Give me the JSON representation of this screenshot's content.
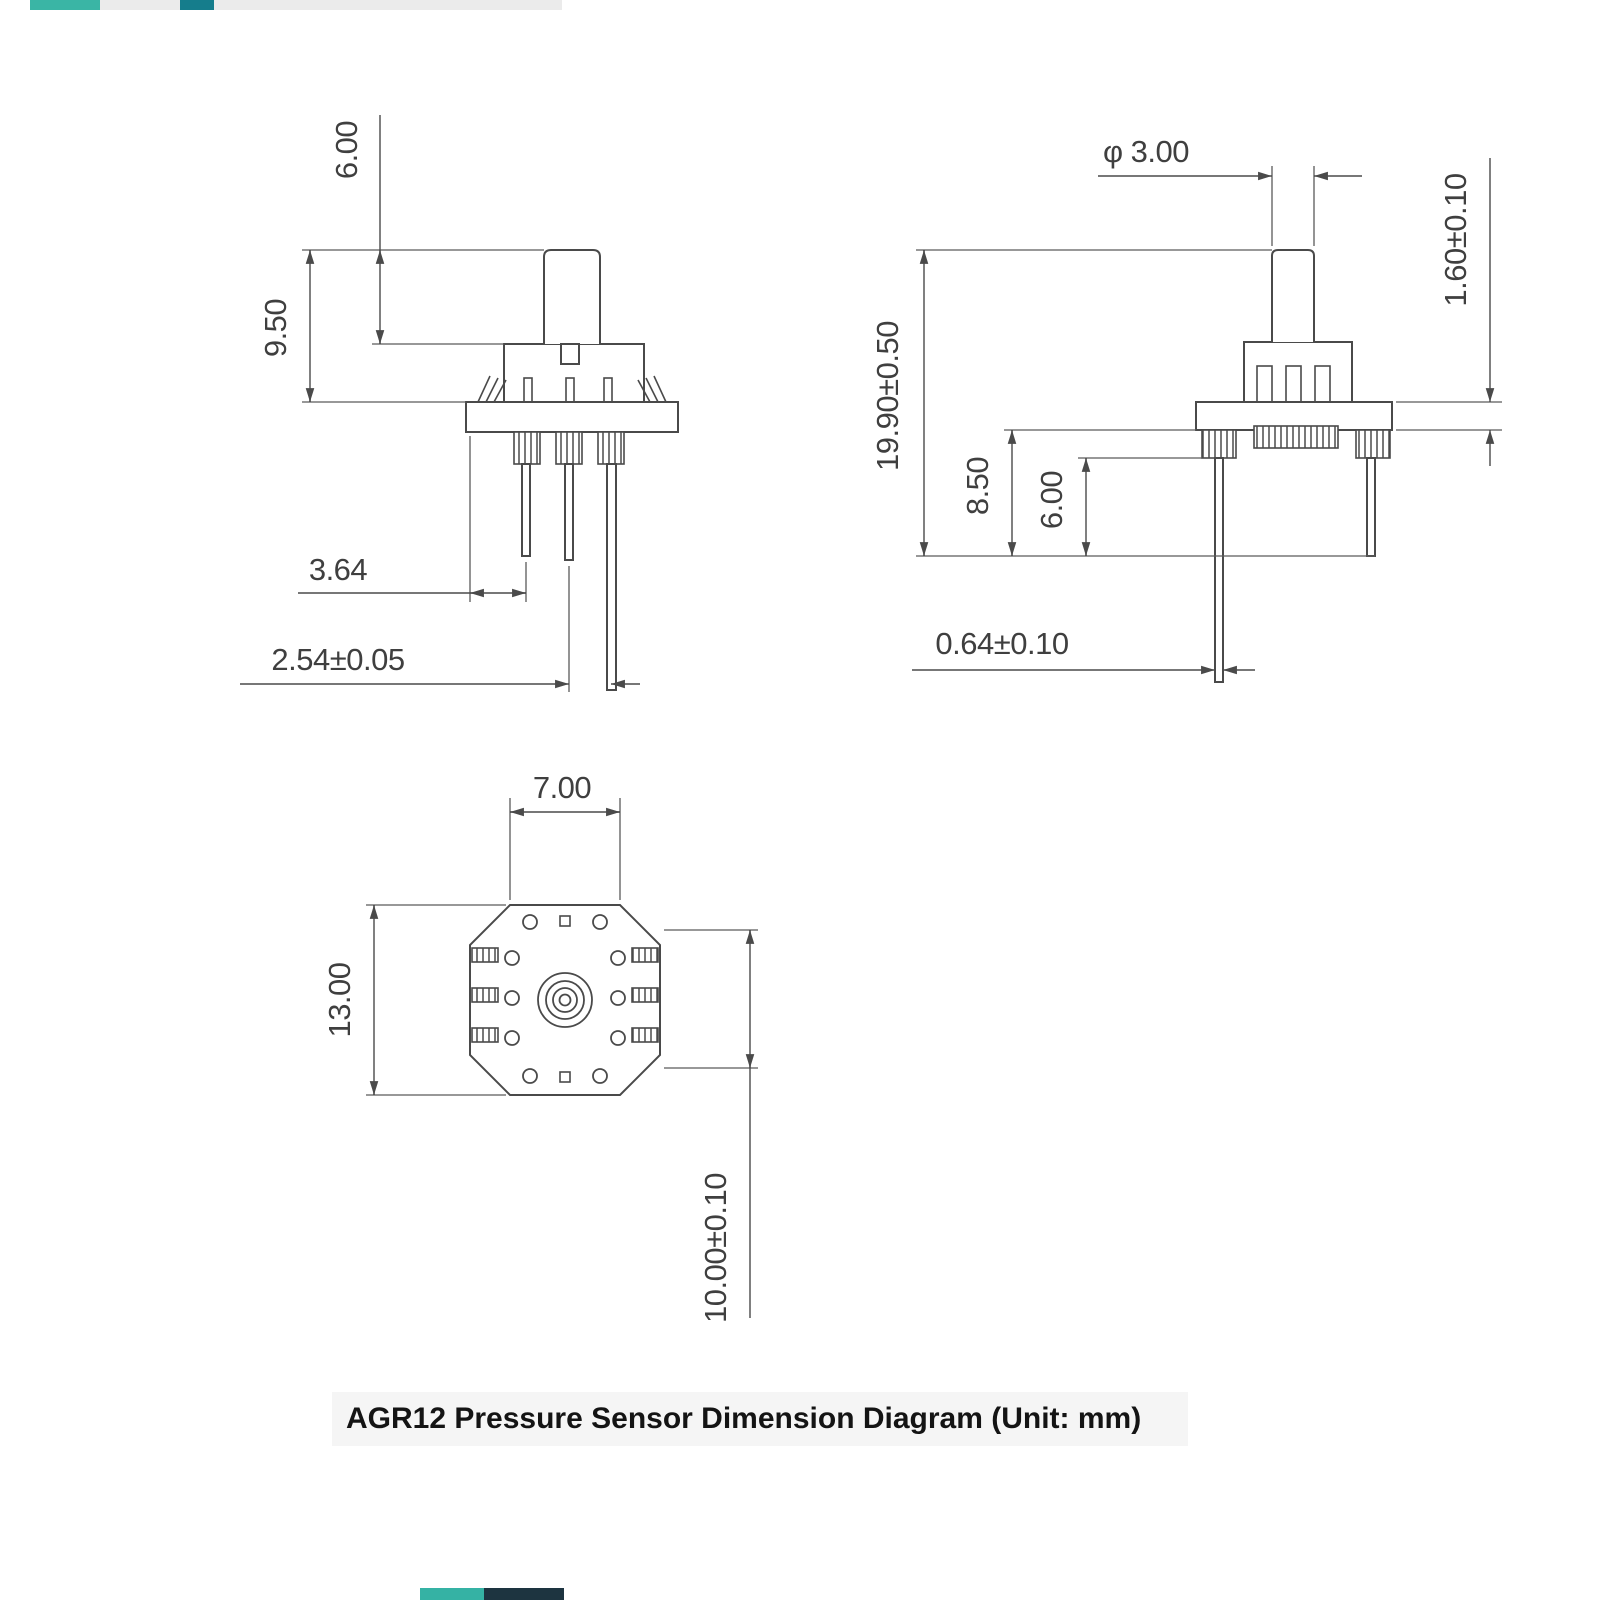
{
  "caption": "AGR12 Pressure Sensor Dimension Diagram (Unit: mm)",
  "views": {
    "front": {
      "dims": {
        "port_height": "6.00",
        "housing_height": "9.50",
        "pin_edge_offset": "3.64",
        "pin_pitch": "2.54±0.05"
      }
    },
    "side": {
      "dims": {
        "port_diameter": "φ 3.00",
        "flange_thickness": "1.60±0.10",
        "total_height": "19.90±0.50",
        "pin_length_long": "8.50",
        "pin_length_short": "6.00",
        "pin_thickness": "0.64±0.10"
      }
    },
    "top": {
      "dims": {
        "port_width": "7.00",
        "body_width": "13.00",
        "hole_span": "10.00±0.10"
      }
    }
  },
  "colors": {
    "line": "#4a4a4a",
    "text": "#3f3f3f",
    "caption_bg": "#f5f5f5",
    "artifact_top_teal": "#3ab5a5",
    "artifact_top_gray": "#ebebeb",
    "artifact_top_dark_teal": "#157d8c",
    "artifact_bottom_teal": "#35b2a4",
    "artifact_bottom_navy": "#1d3440"
  }
}
